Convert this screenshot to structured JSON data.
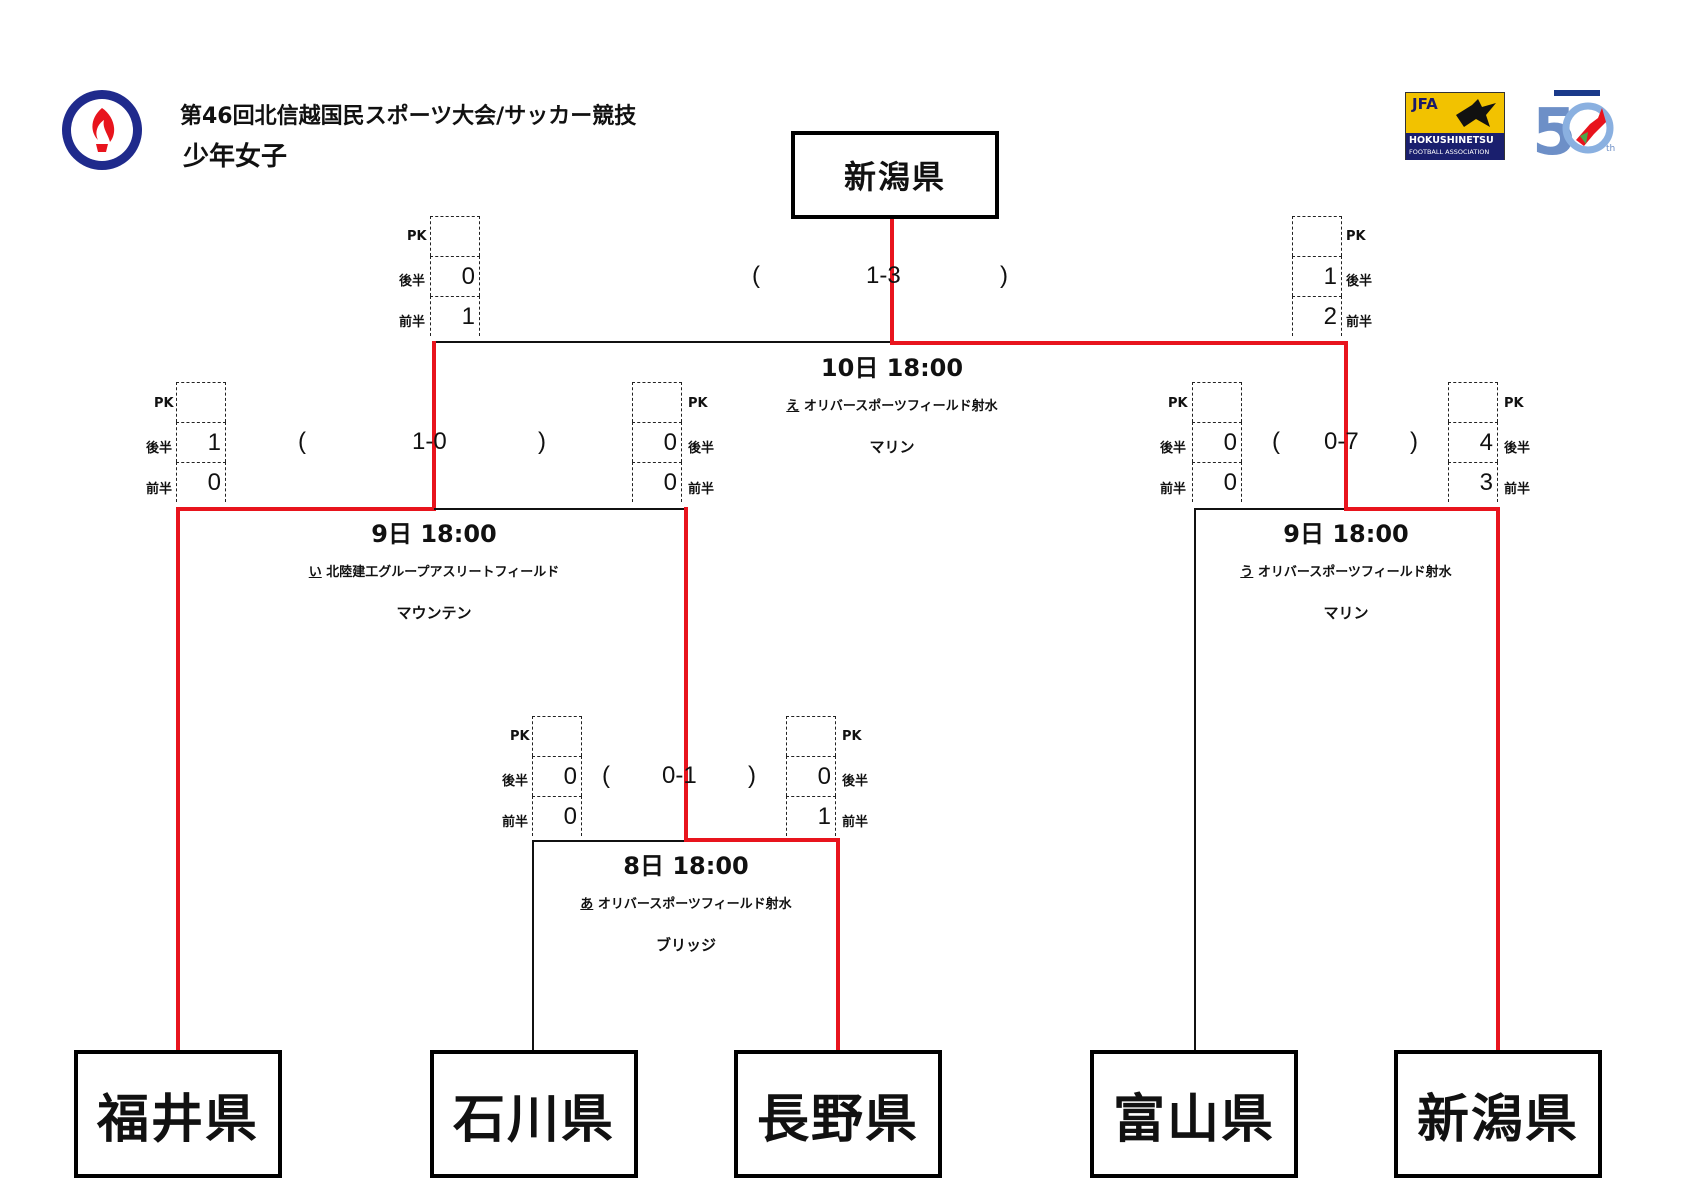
{
  "header": {
    "title": "第46回北信越国民スポーツ大会/サッカー競技",
    "subtitle": "少年女子",
    "logo_left": "torch-emblem",
    "logo_jfa_top": "JFA",
    "logo_jfa_line1": "HOKUSHINETSU",
    "logo_jfa_line2": "FOOTBALL ASSOCIATION",
    "logo_50_suffix": "th"
  },
  "colors": {
    "winner_line": "#e8141d",
    "line": "#111111"
  },
  "labels": {
    "pk": "PK",
    "second_half": "後半",
    "first_half": "前半",
    "paren_open": "(",
    "paren_close": ")"
  },
  "champion": "新潟県",
  "teams": [
    "福井県",
    "石川県",
    "長野県",
    "富山県",
    "新潟県"
  ],
  "matches": {
    "final": {
      "left": {
        "second": "0",
        "first": "1"
      },
      "right": {
        "second": "1",
        "first": "2"
      },
      "aggregate": "1-3",
      "time": "10日 18:00",
      "venue_key": "え",
      "venue": "オリバースポーツフィールド射水",
      "pitch": "マリン"
    },
    "semi_left": {
      "left": {
        "second": "1",
        "first": "0"
      },
      "right": {
        "second": "0",
        "first": "0"
      },
      "aggregate": "1-0",
      "time": "9日 18:00",
      "venue_key": "い",
      "venue": "北陸建工グループアスリートフィールド",
      "pitch": "マウンテン"
    },
    "semi_right": {
      "left": {
        "second": "0",
        "first": "0"
      },
      "right": {
        "second": "4",
        "first": "3"
      },
      "aggregate": "0-7",
      "time": "9日 18:00",
      "venue_key": "う",
      "venue": "オリバースポーツフィールド射水",
      "pitch": "マリン"
    },
    "quarter": {
      "left": {
        "second": "0",
        "first": "0"
      },
      "right": {
        "second": "0",
        "first": "1"
      },
      "aggregate": "0-1",
      "time": "8日 18:00",
      "venue_key": "あ",
      "venue": "オリバースポーツフィールド射水",
      "pitch": "ブリッジ"
    }
  }
}
